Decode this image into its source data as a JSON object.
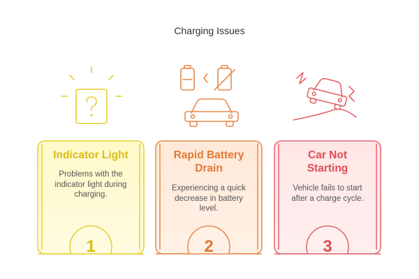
{
  "title": "Charging Issues",
  "colors": {
    "yellow": "#e6cf2e",
    "yellow_fill": "#fff9c9",
    "orange": "#e8894a",
    "orange_fill": "#ffe9d8",
    "red": "#e2646a",
    "red_fill": "#ffe6e6"
  },
  "cards": [
    {
      "heading": "Indicator Light",
      "description": "Problems with the indicator light during charging.",
      "number": "1",
      "icon": "question-light-icon"
    },
    {
      "heading": "Rapid Battery Drain",
      "description": "Experiencing a quick decrease in battery level.",
      "number": "2",
      "icon": "battery-drain-car-icon"
    },
    {
      "heading": "Car Not Starting",
      "description": "Vehicle fails to start after a charge cycle.",
      "number": "3",
      "icon": "crashed-car-icon"
    }
  ]
}
